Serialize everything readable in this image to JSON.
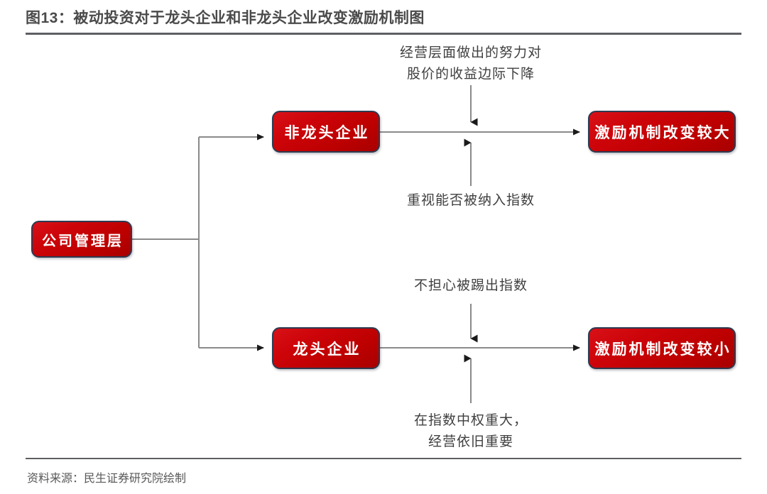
{
  "header": {
    "title": "图13：被动投资对于龙头企业和非龙头企业改变激励机制图"
  },
  "footer": {
    "source": "资料来源：民生证券研究院绘制"
  },
  "colors": {
    "node_fill": "#c00000",
    "node_border": "#2d3a50",
    "node_text": "#ffffff",
    "rule": "#5d5f63",
    "title_text": "#4a4a4a",
    "connector": "#808080",
    "arrow": "#1a1a1a",
    "note_text": "#404040",
    "background": "#ffffff"
  },
  "diagram": {
    "type": "flowchart",
    "nodes": [
      {
        "id": "management",
        "label": "公司管理层"
      },
      {
        "id": "non-leader",
        "label": "非龙头企业"
      },
      {
        "id": "leader",
        "label": "龙头企业"
      },
      {
        "id": "big-change",
        "label": "激励机制改变较大"
      },
      {
        "id": "small-change",
        "label": "激励机制改变较小"
      }
    ],
    "notes": {
      "top_line1": "经营层面做出的努力对",
      "top_line2": "股价的收益边际下降",
      "mid_upper": "重视能否被纳入指数",
      "mid_lower": "不担心被踢出指数",
      "bottom_line1": "在指数中权重大，",
      "bottom_line2": "经营依旧重要"
    },
    "edges": [
      {
        "from": "management",
        "to": "non-leader",
        "style": "elbow-arrow"
      },
      {
        "from": "management",
        "to": "leader",
        "style": "elbow-arrow"
      },
      {
        "from": "non-leader",
        "to": "big-change",
        "style": "straight-arrow"
      },
      {
        "from": "leader",
        "to": "small-change",
        "style": "straight-arrow"
      }
    ]
  }
}
